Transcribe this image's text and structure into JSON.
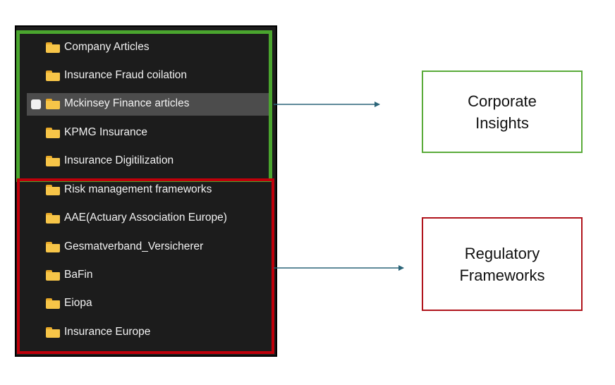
{
  "folders": {
    "corporate": [
      {
        "label": "Company Articles"
      },
      {
        "label": "Insurance Fraud coilation"
      },
      {
        "label": "Mckinsey Finance articles"
      },
      {
        "label": "KPMG Insurance"
      },
      {
        "label": "Insurance Digitilization"
      }
    ],
    "regulatory": [
      {
        "label": "Risk management frameworks"
      },
      {
        "label": "AAE(Actuary Association Europe)"
      },
      {
        "label": "Gesmatverband_Versicherer"
      },
      {
        "label": "BaFin"
      },
      {
        "label": "Eiopa"
      },
      {
        "label": "Insurance Europe"
      }
    ]
  },
  "groups": {
    "corporate": {
      "line1": "Corporate",
      "line2": "Insights",
      "color": "#5aab3a"
    },
    "regulatory": {
      "line1": "Regulatory",
      "line2": "Frameworks",
      "color": "#b0141c"
    }
  },
  "colors": {
    "panel_bg": "#1c1c1c",
    "selected_row": "#4c4c4c",
    "folder": "#f7c548",
    "arrow": "#2a6478"
  },
  "icons": {
    "folder": "folder-icon",
    "checkbox": "checkbox-icon"
  }
}
